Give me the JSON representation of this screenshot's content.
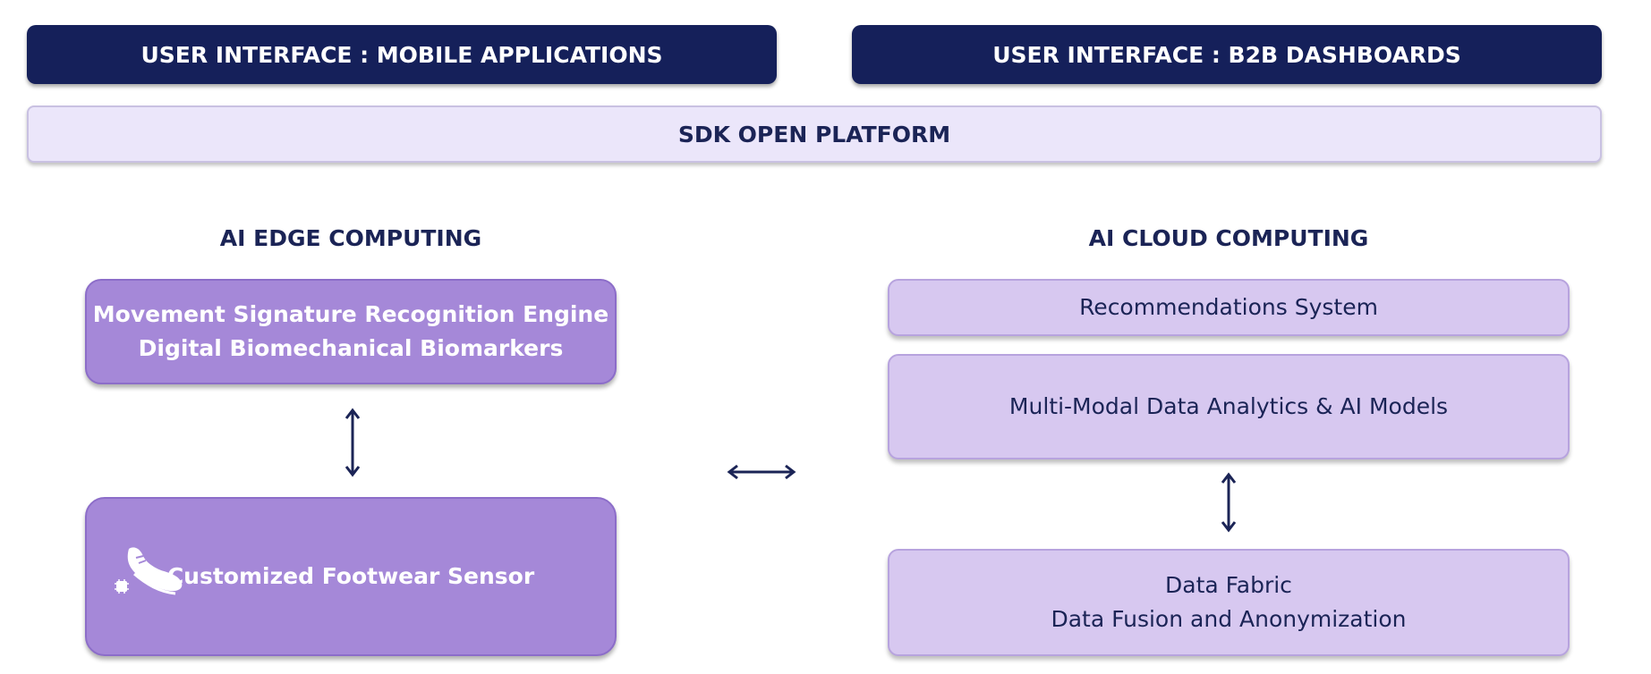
{
  "top": {
    "mobile_label": "USER INTERFACE : MOBILE APPLICATIONS",
    "b2b_label": "USER INTERFACE : B2B DASHBOARDS",
    "sdk_label": "SDK OPEN PLATFORM"
  },
  "edge": {
    "heading": "AI EDGE COMPUTING",
    "engine_line1": "Movement Signature Recognition Engine",
    "engine_line2": "Digital Biomechanical Biomarkers",
    "sensor_label": "Customized Footwear Sensor",
    "sensor_icon": "shoe-sensor-icon"
  },
  "cloud": {
    "heading": "AI CLOUD COMPUTING",
    "recommendations": "Recommendations System",
    "analytics": "Multi-Modal Data Analytics & AI Models",
    "fabric_line1": "Data Fabric",
    "fabric_line2": "Data Fusion and Anonymization"
  },
  "colors": {
    "navy": "#15205a",
    "sdk_fill": "#ebe6fa",
    "edge_fill": "#a588d8",
    "cloud_fill": "#d7c8f0"
  }
}
